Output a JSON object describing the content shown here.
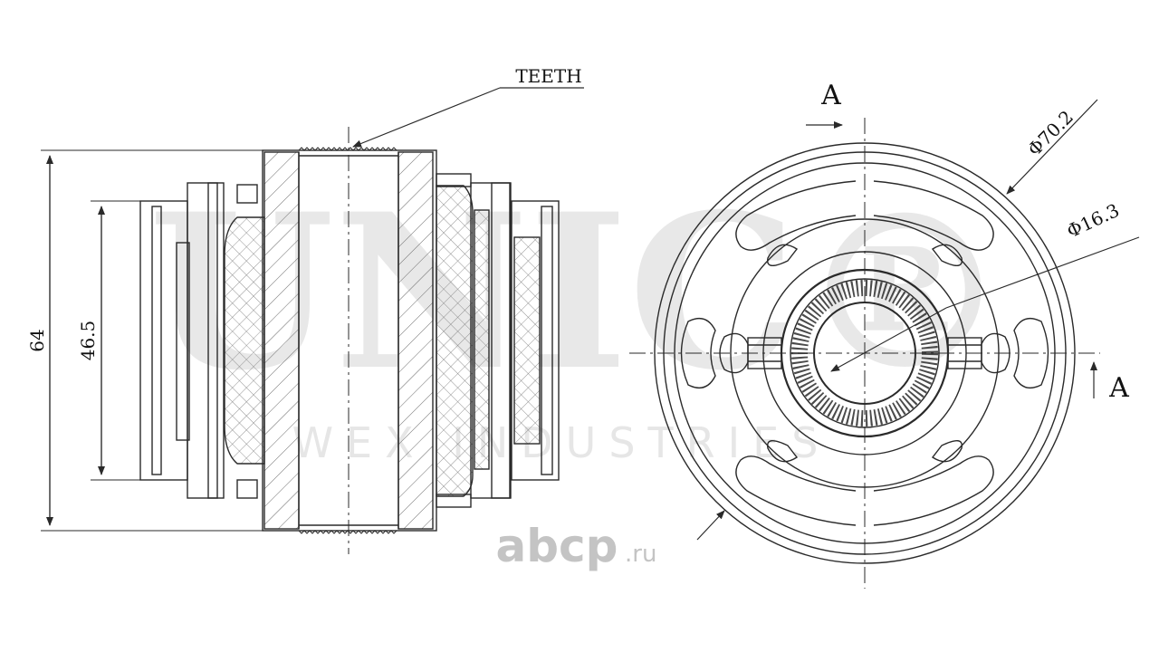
{
  "labels": {
    "teeth": "TEETH",
    "overall_height": "64",
    "inner_height": "46.5",
    "section_mark_top": "A",
    "section_mark_side": "A",
    "outer_diameter": "Φ70.2",
    "bore_diameter": "Φ16.3"
  },
  "watermarks": {
    "brand_logo": "UNIC®",
    "brand_sub": "WEX INDUSTRIES",
    "site": "abcp",
    "site_tld": ".ru"
  },
  "colors": {
    "line": "#2a2a2a",
    "hatch": "#6a6a6a",
    "watermark": "#e3e3e3",
    "site_watermark": "#c4c4c4"
  }
}
